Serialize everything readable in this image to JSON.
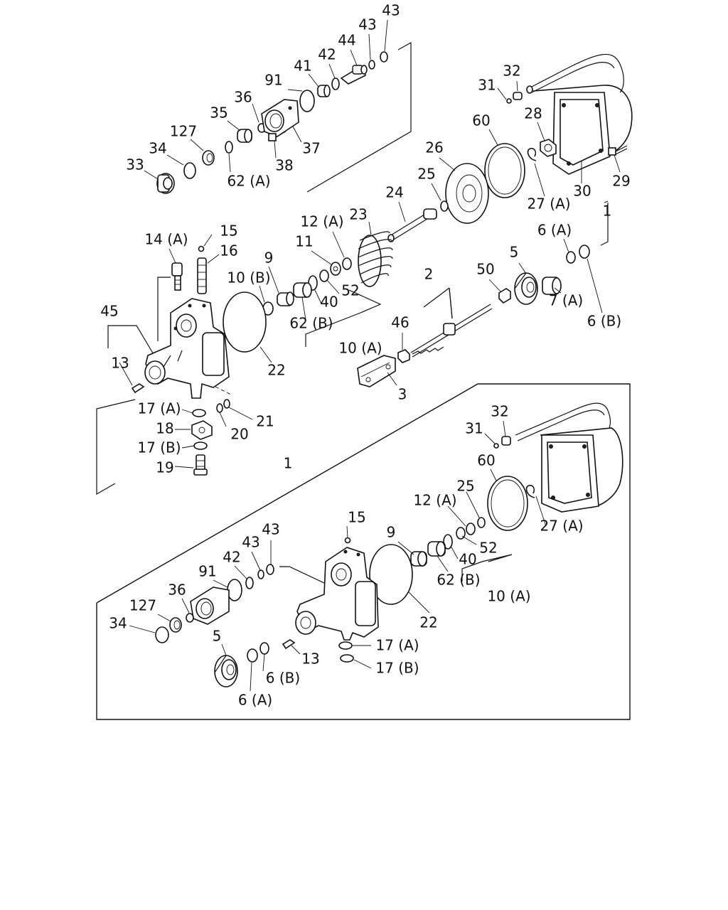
{
  "callouts": {
    "top": {
      "c1": "43",
      "c2": "43",
      "c3": "44",
      "c4": "42",
      "c5": "41",
      "c6": "91",
      "c7": "36",
      "c8": "35",
      "c9": "127",
      "c10": "34",
      "c11": "33",
      "c12": "62 (A)",
      "c13": "38",
      "c14": "37",
      "c15": "32",
      "c16": "31",
      "c17": "28",
      "c18": "60",
      "c19": "26",
      "c20": "25",
      "c21": "24",
      "c22": "23",
      "c23": "12 (A)",
      "c24": "11",
      "c25": "27 (A)",
      "c26": "30",
      "c27": "29",
      "c28": "1",
      "c29": "6 (A)",
      "c30": "5",
      "c31": "50",
      "c32": "7 (A)",
      "c33": "6 (B)",
      "c34": "2",
      "c35": "46",
      "c36": "3",
      "c37": "14 (A)",
      "c38": "15",
      "c39": "16",
      "c40": "9",
      "c41": "10 (B)",
      "c42": "52",
      "c43": "40",
      "c44": "62 (B)",
      "c45": "10 (A)",
      "c46": "22",
      "c47": "45",
      "c48": "13",
      "c49": "17 (A)",
      "c50": "18",
      "c51": "17 (B)",
      "c52": "19",
      "c53": "20",
      "c54": "21"
    },
    "bottom": {
      "d1": "32",
      "d2": "31",
      "d3": "60",
      "d4": "25",
      "d5": "12 (A)",
      "d6": "27 (A)",
      "d7": "1",
      "d8": "15",
      "d9": "9",
      "d10": "52",
      "d11": "40",
      "d12": "62 (B)",
      "d13": "10 (A)",
      "d14": "43",
      "d15": "43",
      "d16": "42",
      "d17": "91",
      "d18": "36",
      "d19": "127",
      "d20": "34",
      "d21": "5",
      "d22": "6 (B)",
      "d23": "6 (A)",
      "d24": "13",
      "d25": "22",
      "d26": "17 (A)",
      "d27": "17 (B)"
    }
  }
}
